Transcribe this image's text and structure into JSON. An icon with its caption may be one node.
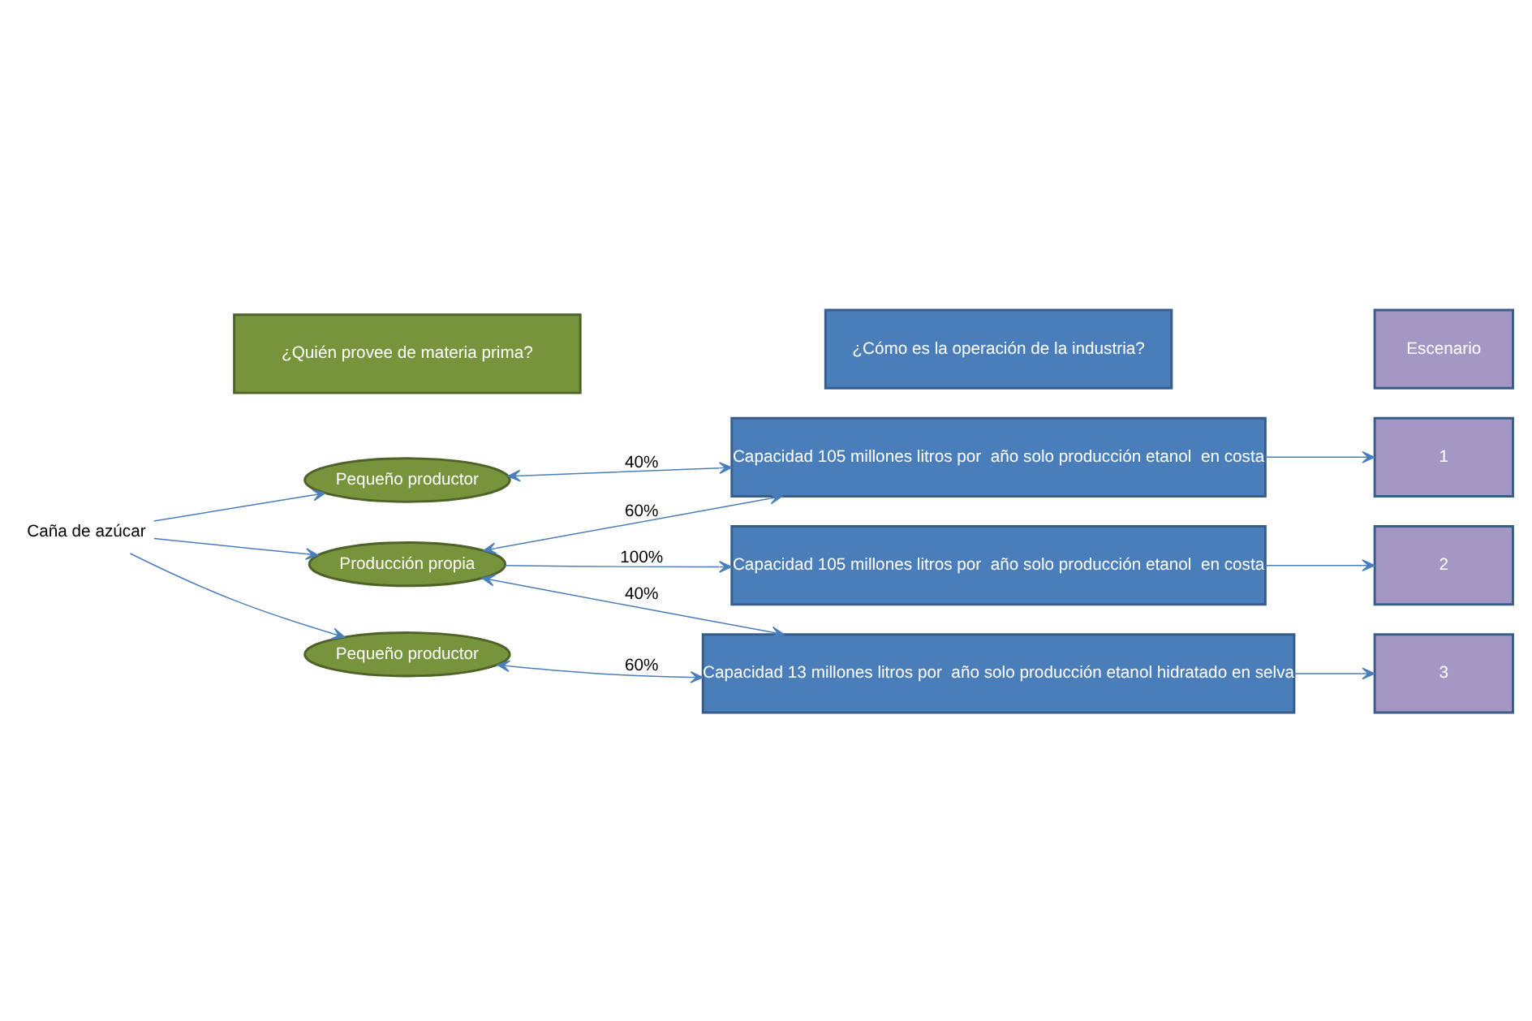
{
  "diagram": {
    "nodes": [
      {
        "text": [
          "¿Quién provee de materia prima?"
        ]
      },
      {
        "text": [
          "¿Cómo es la operación de la industria?"
        ]
      },
      {
        "text": [
          "Escenario"
        ]
      },
      {
        "text": [
          "Caña de azúcar"
        ]
      },
      {
        "text": [
          "Pequeño productor"
        ]
      },
      {
        "text": [
          "Producción propia"
        ]
      },
      {
        "text": [
          "Pequeño productor"
        ]
      },
      {
        "text": [
          "Capacidad 105 millones litros por  año solo producción etanol  en costa"
        ]
      },
      {
        "text": [
          "Capacidad 105 millones litros por  año solo producción etanol  en costa"
        ]
      },
      {
        "text": [
          "Capacidad 13 millones litros por  año solo producción etanol hidratado en selva"
        ]
      },
      {
        "text": [
          "1"
        ]
      },
      {
        "text": [
          "2"
        ]
      },
      {
        "text": [
          "3"
        ]
      }
    ],
    "edges": [
      {
        "from": 3,
        "to": 4,
        "arrow": "to"
      },
      {
        "from": 3,
        "to": 5,
        "arrow": "to"
      },
      {
        "from": 3,
        "to": 6,
        "arrow": "to"
      },
      {
        "from": 4,
        "to": 7,
        "arrow": "both",
        "label": "40%"
      },
      {
        "from": 5,
        "to": 7,
        "arrow": "both",
        "label": "60%"
      },
      {
        "from": 5,
        "to": 8,
        "arrow": "to",
        "label": "100%"
      },
      {
        "from": 5,
        "to": 9,
        "arrow": "both",
        "label": "40%"
      },
      {
        "from": 6,
        "to": 9,
        "arrow": "both",
        "label": "60%"
      },
      {
        "from": 7,
        "to": 10,
        "arrow": "to"
      },
      {
        "from": 8,
        "to": 11,
        "arrow": "to"
      },
      {
        "from": 9,
        "to": 12,
        "arrow": "to"
      }
    ]
  }
}
